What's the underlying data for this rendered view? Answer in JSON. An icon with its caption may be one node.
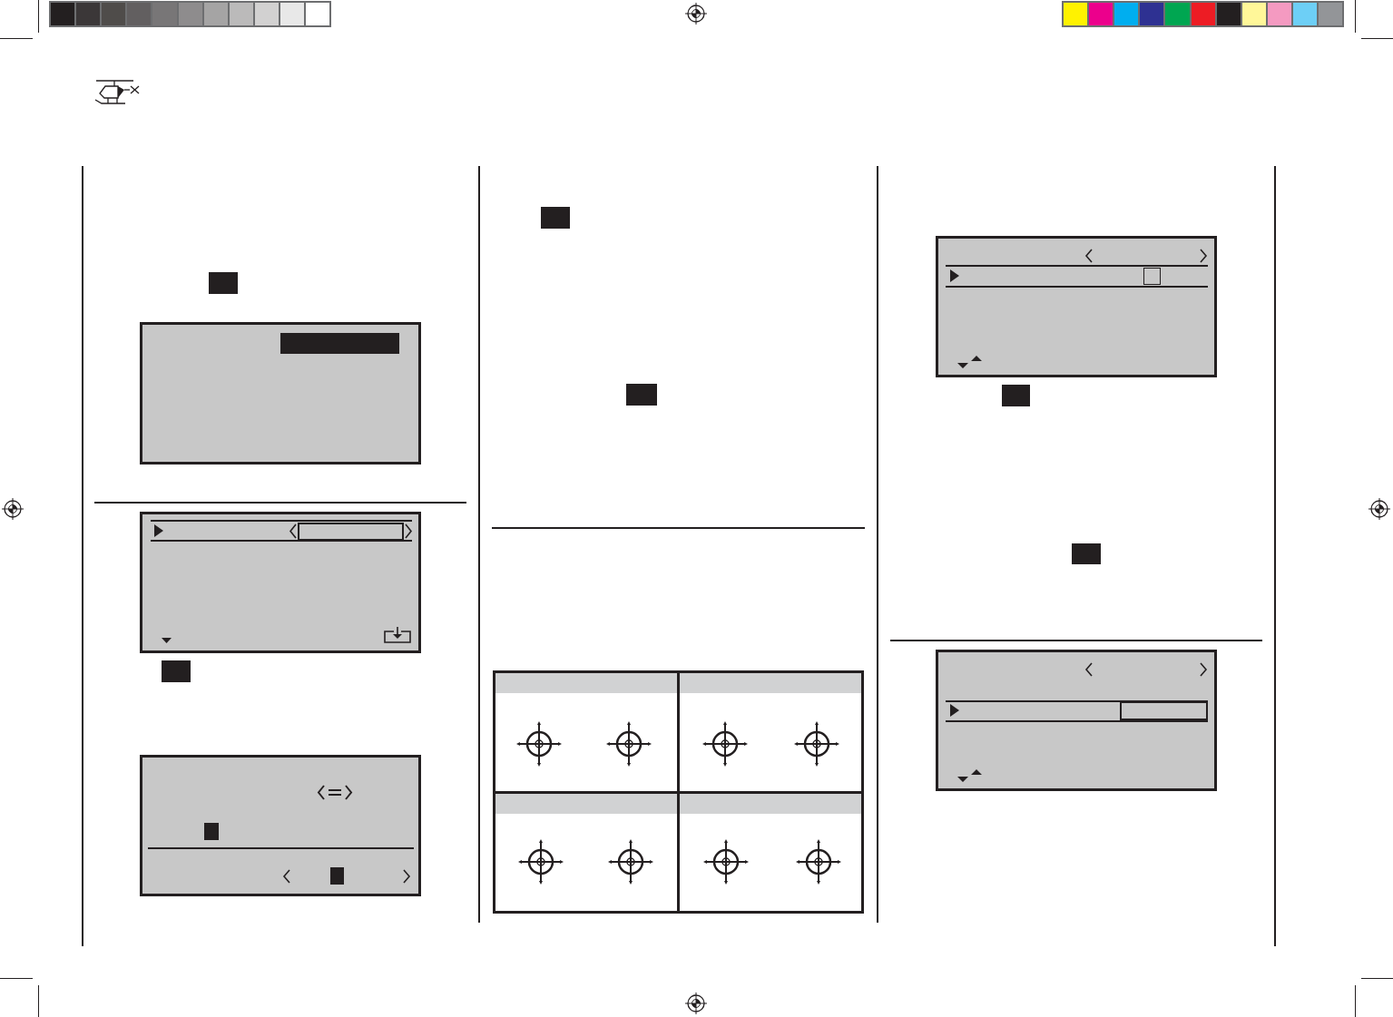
{
  "diagram": {
    "nodes": [
      {
        "text": [],
        "shape": "box"
      },
      {
        "text": [],
        "shape": "box"
      },
      {
        "text": [],
        "shape": "box"
      },
      {
        "text": [],
        "shape": "box"
      },
      {
        "text": [],
        "shape": "box"
      },
      {
        "text": [],
        "shape": "box"
      },
      {
        "text": [],
        "shape": "box"
      },
      {
        "text": [],
        "shape": "box"
      },
      {
        "text": [],
        "shape": "box"
      }
    ]
  }
}
